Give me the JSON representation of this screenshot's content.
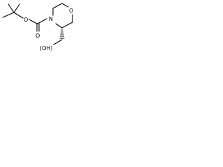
{
  "molecule": {
    "atoms": {
      "ring_oxygen": "O",
      "ring_nitrogen": "N",
      "carbonyl_oxygen": "O",
      "ester_oxygen": "O",
      "hydroxymethyl": "(OH)"
    }
  }
}
